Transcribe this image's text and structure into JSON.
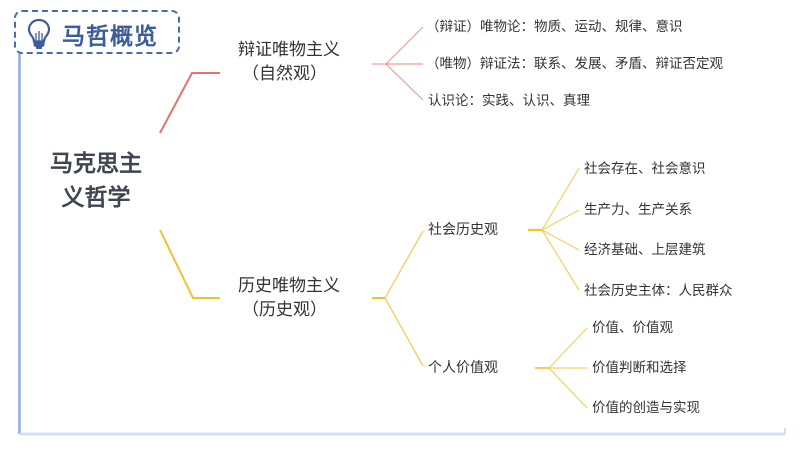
{
  "title": {
    "text": "马哲概览",
    "icon": "lightbulb-icon",
    "color": "#3d5c9a"
  },
  "frame": {
    "color": "#8fa9e8"
  },
  "root": {
    "line1": "马克思主",
    "line2": "义哲学",
    "color": "#3f4652"
  },
  "branches": [
    {
      "label": "辩证唯物主义",
      "sublabel": "（自然观）",
      "color": "#e8706e",
      "children": [
        {
          "label": "（辩证）唯物论：物质、运动、规律、意识"
        },
        {
          "label": "（唯物）辩证法：联系、发展、矛盾、辩证否定观"
        },
        {
          "label": "认识论：实践、认识、真理"
        }
      ]
    },
    {
      "label": "历史唯物主义",
      "sublabel": "（历史观）",
      "color": "#f0c230",
      "children": [
        {
          "label": "社会历史观",
          "children": [
            {
              "label": "社会存在、社会意识"
            },
            {
              "label": "生产力、生产关系"
            },
            {
              "label": "经济基础、上层建筑"
            },
            {
              "label": "社会历史主体：人民群众"
            }
          ]
        },
        {
          "label": "个人价值观",
          "children": [
            {
              "label": "价值、价值观"
            },
            {
              "label": "价值判断和选择"
            },
            {
              "label": "价值的创造与实现"
            }
          ]
        }
      ]
    }
  ]
}
